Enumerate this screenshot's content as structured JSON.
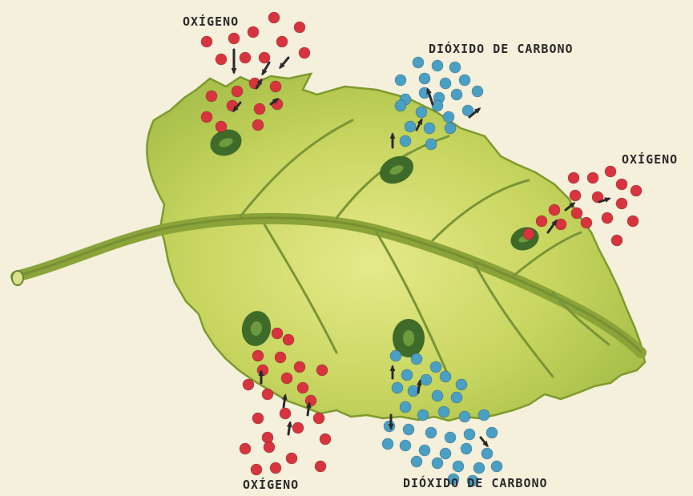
{
  "labels": {
    "oxygen_top_left": "OXÍGENO",
    "co2_top": "DIÓXIDO DE CARBONO",
    "oxygen_right": "OXÍGENO",
    "oxygen_bottom_left": "OXÍGENO",
    "co2_bottom": "DIÓXIDO DE CARBONO"
  },
  "colors": {
    "background": "#f4f0dc",
    "leaf": "#c8d660",
    "leaf_edge": "#7e9a2e",
    "vein": "#7a9538",
    "stoma": "#3f6b2a",
    "oxygen_molecule": "#d8343e",
    "co2_molecule": "#4a9fc4",
    "arrow": "#2b2b2b"
  },
  "molecule_types": [
    "oxygen",
    "carbon-dioxide"
  ]
}
